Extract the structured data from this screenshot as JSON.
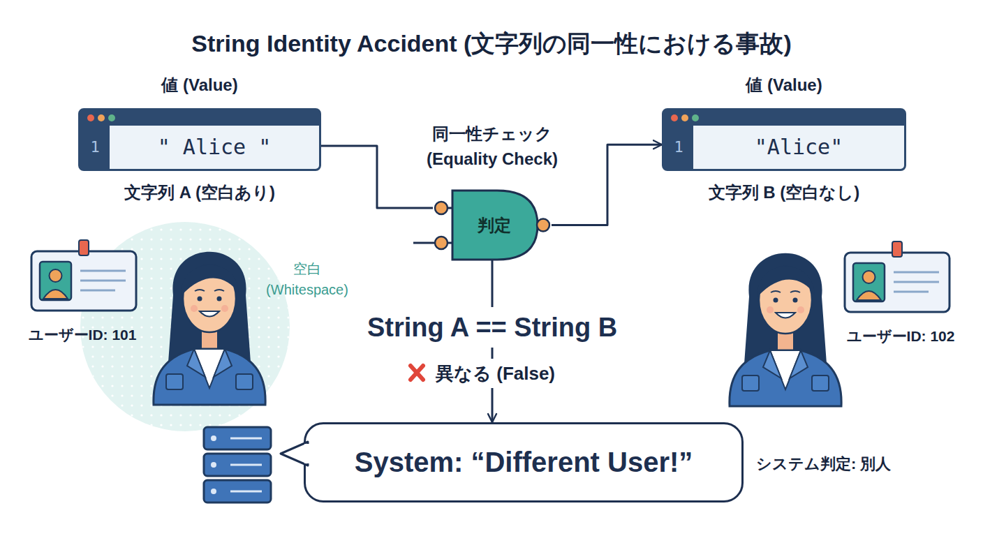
{
  "diagram": {
    "title": "String Identity Accident (文字列の同一性における事故)",
    "nodes": [
      {
        "text": [
          "値 (Value)",
          "1",
          "\" Alice \"",
          "文字列 A (空白あり)"
        ]
      },
      {
        "text": [
          "同一性チェック (Equality Check)",
          "判定"
        ]
      },
      {
        "text": [
          "値 (Value)",
          "1",
          "\"Alice\"",
          "文字列 B (空白なし)"
        ]
      },
      {
        "text": [
          "System: “Different User!”"
        ]
      }
    ],
    "edges": [
      {
        "from": 0,
        "to": 1,
        "arrow": "none"
      },
      {
        "from": 1,
        "to": 2,
        "arrow": "to"
      },
      {
        "from": 1,
        "to": 3,
        "arrow": "to"
      }
    ],
    "labels": [
      "空白 (Whitespace)",
      "ユーザーID: 101",
      "String A == String B",
      "異なる (False)",
      "ユーザーID: 102",
      "システム判定: 別人"
    ]
  }
}
